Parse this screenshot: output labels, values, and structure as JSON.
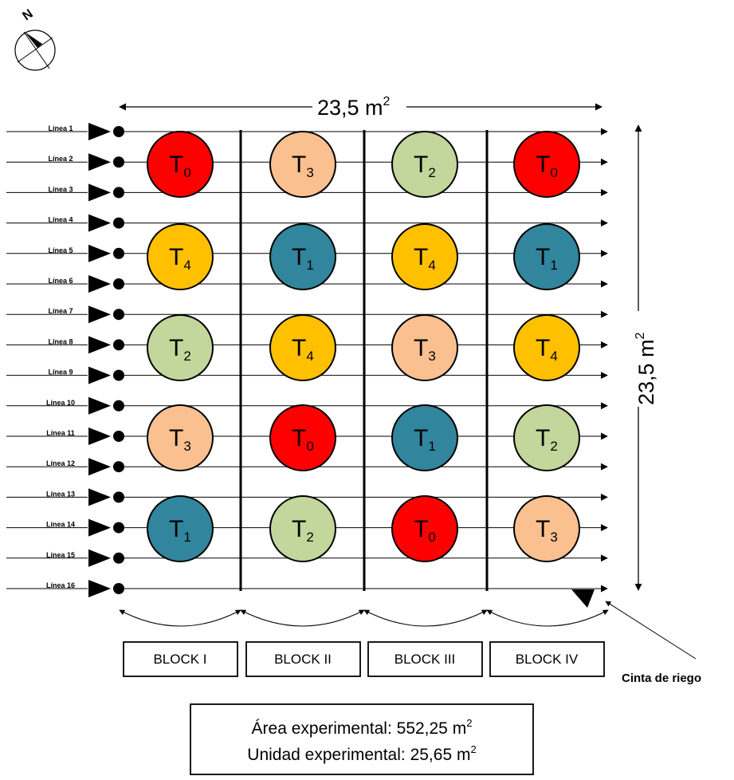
{
  "compass": {
    "letter": "N"
  },
  "colors": {
    "T0": "#ff0000",
    "T1": "#31859c",
    "T2": "#c3d69b",
    "T3": "#fac090",
    "T4": "#ffc000"
  },
  "lines": [
    "Línea 1",
    "Línea 2",
    "Línea 3",
    "Línea 4",
    "Línea 5",
    "Línea 6",
    "Línea 7",
    "Línea 8",
    "Línea 9",
    "Línea 10",
    "Línea 11",
    "Línea 12",
    "Línea 13",
    "Línea 14",
    "Línea 15",
    "Línea 16"
  ],
  "dimensions": {
    "width": {
      "value": "23,5 m",
      "exp": "2"
    },
    "height": {
      "value": "23,5 m",
      "exp": "2"
    }
  },
  "blocks": [
    "BLOCK I",
    "BLOCK II",
    "BLOCK III",
    "BLOCK IV"
  ],
  "grid": [
    [
      "0",
      "3",
      "2",
      "0"
    ],
    [
      "4",
      "1",
      "4",
      "1"
    ],
    [
      "2",
      "4",
      "3",
      "4"
    ],
    [
      "3",
      "0",
      "1",
      "2"
    ],
    [
      "1",
      "2",
      "0",
      "3"
    ]
  ],
  "treatment_prefix": "T",
  "cinta_label": "Cinta de riego",
  "summary": {
    "area_label": "Área experimental: 552,25 m",
    "area_exp": "2",
    "unit_label": "Unidad experimental: 25,65 m",
    "unit_exp": "2"
  }
}
